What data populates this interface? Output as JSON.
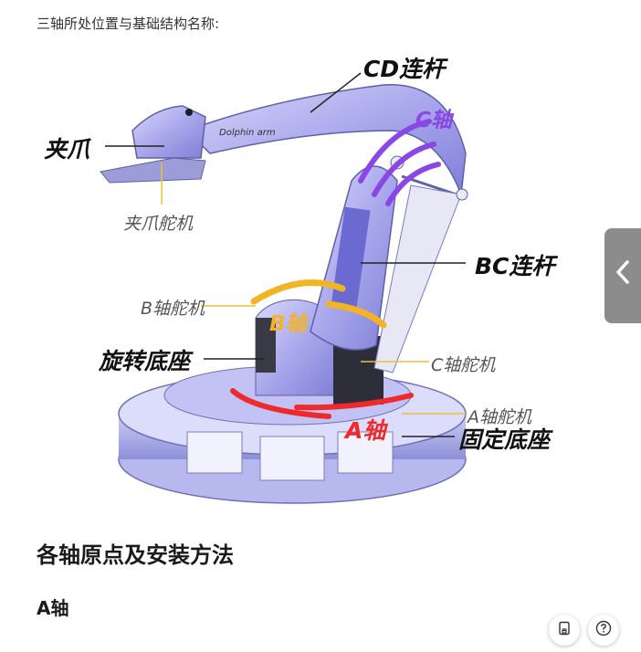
{
  "intro_text": "三轴所处位置与基础结构名称:",
  "figure": {
    "labels": {
      "cd_link": "CD连杆",
      "c_axis": "C轴",
      "gripper": "夹爪",
      "gripper_servo": "夹爪舵机",
      "bc_link": "BC连杆",
      "b_axis_servo": "B轴舵机",
      "b_axis": "B轴",
      "rotating_base": "旋转底座",
      "c_axis_servo": "C轴舵机",
      "a_axis_servo": "A轴舵机",
      "a_axis": "A轴",
      "fixed_base": "固定底座"
    },
    "logo_text": "Dolphin arm",
    "colors": {
      "arm_body": "#a9a8ec",
      "c_axis": "#8a47e6",
      "b_axis": "#f2b324",
      "a_axis": "#ee2a2a"
    }
  },
  "section_heading": "各轴原点及安装方法",
  "subsection_heading": "A轴",
  "side_tab_icon": "chevron-left-icon",
  "floating_buttons": [
    {
      "icon": "document-icon"
    },
    {
      "icon": "help-icon"
    }
  ]
}
